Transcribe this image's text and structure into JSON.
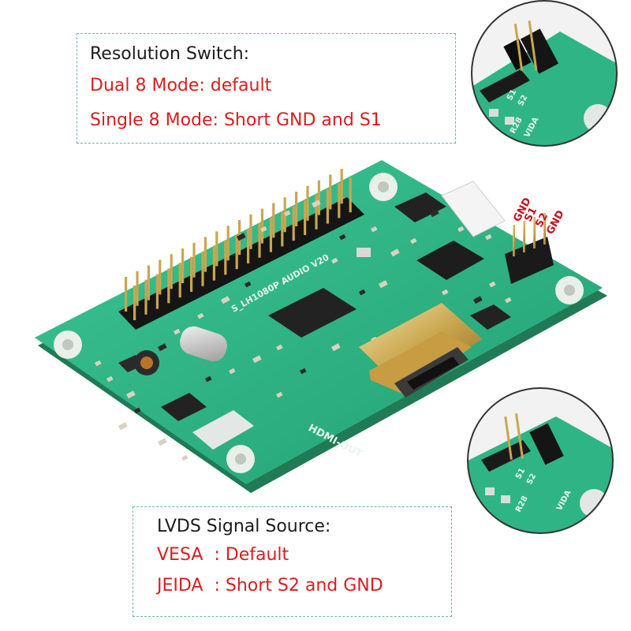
{
  "resolution_callout": {
    "title": "Resolution Switch:",
    "dual": "Dual 8 Mode: default",
    "single": "Single 8 Mode: Short GND and S1"
  },
  "lvds_callout": {
    "title": "LVDS Signal Source:",
    "vesa": "VESA  : Default",
    "jeida": "JEIDA  : Short S2 and GND"
  },
  "board": {
    "header_pins": [
      "GND",
      "S1",
      "S2",
      "GND"
    ],
    "silkscreen_model": "S_LH1080P AUDIO V20",
    "silkscreen_port": "HDMI-OUT",
    "silkscreen_refs": [
      "S1",
      "S2",
      "R28",
      "VIDA"
    ]
  },
  "colors": {
    "pcb_green": "#2fb585",
    "callout_border": "#5fb7a6",
    "highlight_red": "#d81e1e",
    "text_black": "#1c1c1c",
    "zoom_circle_border": "#333333"
  }
}
